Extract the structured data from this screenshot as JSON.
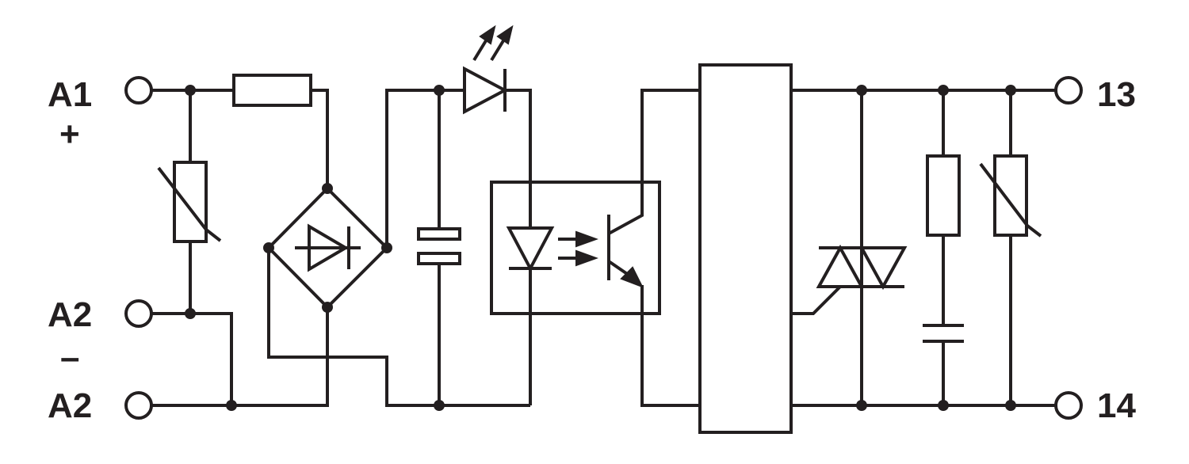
{
  "terminals": {
    "a1": "A1",
    "a1_polarity": "+",
    "a2_upper": "A2",
    "a2_polarity": "–",
    "a2_lower": "A2",
    "out13": "13",
    "out14": "14"
  },
  "colors": {
    "line": "#231f20",
    "background": "#ffffff"
  },
  "components": [
    "input-varistor",
    "input-resistor",
    "bridge-rectifier",
    "filter-capacitor",
    "status-led",
    "optocoupler",
    "control-block",
    "triac",
    "snubber-resistor",
    "snubber-capacitor",
    "output-varistor"
  ]
}
